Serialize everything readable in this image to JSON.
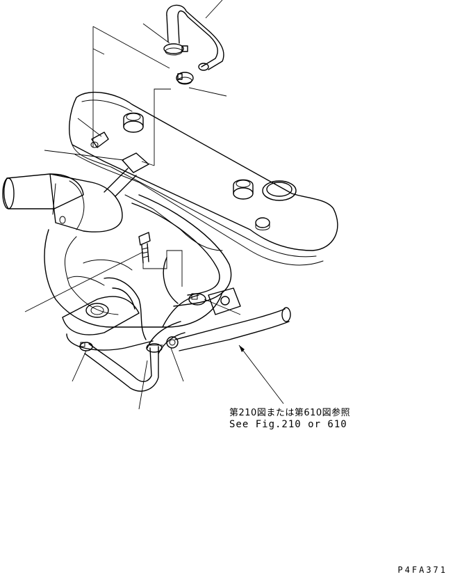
{
  "diagram": {
    "reference_note_jp": "第210図または第610図参照",
    "reference_note_en": "See Fig.210 or 610",
    "drawing_code": "P4FA371"
  }
}
